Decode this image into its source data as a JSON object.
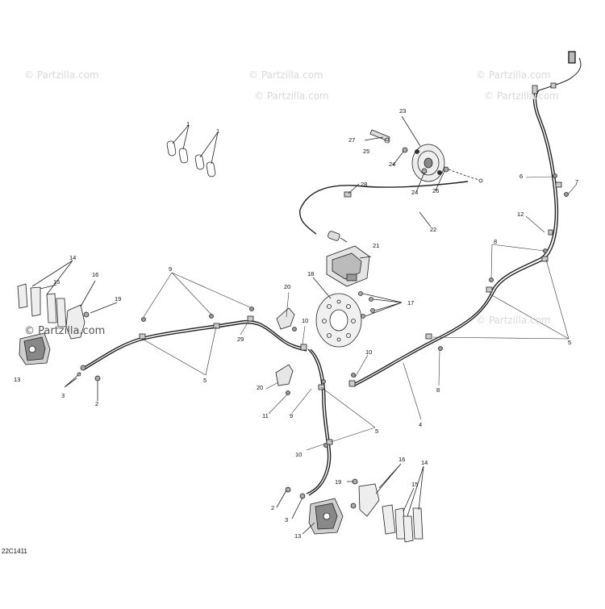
{
  "watermark": "© Partzilla.com",
  "diagram_code": "22C1411",
  "callouts": {
    "n1": "1",
    "n2": "2",
    "n3": "3",
    "n4": "4",
    "n5": "5",
    "n6": "6",
    "n7": "7",
    "n8": "8",
    "n9": "9",
    "n10": "10",
    "n11": "11",
    "n12": "12",
    "n13": "13",
    "n14": "14",
    "n15": "15",
    "n16": "16",
    "n17": "17",
    "n18": "18",
    "n19": "19",
    "n20": "20",
    "n21": "21",
    "n22": "22",
    "n23": "23",
    "n24": "24",
    "n25": "25",
    "n26": "26",
    "n27": "27",
    "n28": "28",
    "n29": "29"
  }
}
